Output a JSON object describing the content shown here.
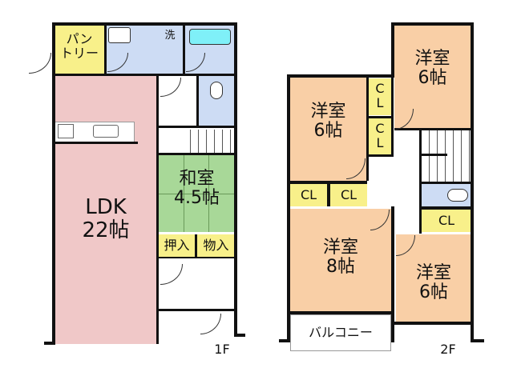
{
  "floor1": {
    "label": "1F",
    "rooms": {
      "pantry": "パン\nトリー",
      "wash": "洗",
      "ldk": "LDK\n22帖",
      "washitsu": "和室\n4.5帖",
      "oshiire": "押入",
      "monoire": "物入"
    }
  },
  "floor2": {
    "label": "2F",
    "rooms": {
      "western_top_right": "洋室\n6帖",
      "western_top_left": "洋室\n6帖",
      "cl_1": "C\nL",
      "cl_2": "C\nL",
      "cl_3": "CL",
      "cl_4": "CL",
      "cl_5": "CL",
      "western_8": "洋室\n8帖",
      "western_bottom_right": "洋室\n6帖",
      "balcony": "バルコニー"
    }
  },
  "colors": {
    "ldk": "#f0c8c8",
    "pantry": "#f8f08a",
    "wet_area": "#cddcf4",
    "washitsu": "#a8d898",
    "western": "#f9cfa6",
    "bath": "#7ff0f8"
  }
}
